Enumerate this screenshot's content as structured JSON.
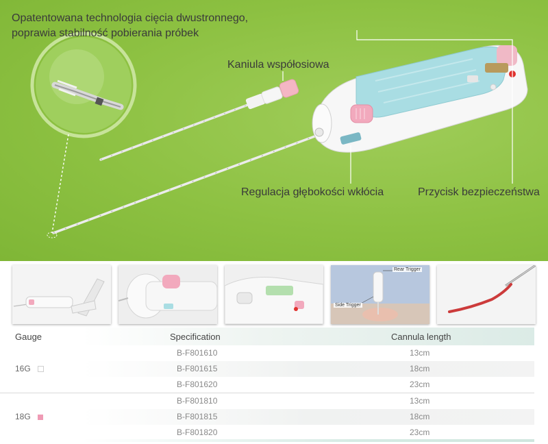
{
  "hero": {
    "headline_line1": "Opatentowana technologia cięcia dwustronnego,",
    "headline_line2": "poprawia stabilność pobierania próbek",
    "callout_cannula": "Kaniula współosiowa",
    "callout_depth": "Regulacja głębokości wkłócia",
    "callout_safety": "Przycisk bezpieczeństwa",
    "colors": {
      "background": "#8dc142",
      "device_blue": "#a9dde3",
      "accent_pink": "#f4b6c4",
      "safety_red": "#e0312d"
    }
  },
  "thumbnails": [
    {
      "name": "device-on-stand"
    },
    {
      "name": "depth-slider-closeup"
    },
    {
      "name": "specimen-window-closeup"
    },
    {
      "name": "trigger-diagram",
      "label_rear": "Rear Trigger",
      "label_side": "Side Trigger"
    },
    {
      "name": "needle-with-sample"
    }
  ],
  "table": {
    "headers": {
      "gauge": "Gauge",
      "specification": "Specification",
      "length": "Cannula length"
    },
    "groups": [
      {
        "gauge": "16G",
        "swatch": "white",
        "rows": [
          {
            "spec": "B-F801610",
            "length": "13cm"
          },
          {
            "spec": "B-F801615",
            "length": "18cm"
          },
          {
            "spec": "B-F801620",
            "length": "23cm"
          }
        ]
      },
      {
        "gauge": "18G",
        "swatch": "pink",
        "rows": [
          {
            "spec": "B-F801810",
            "length": "13cm"
          },
          {
            "spec": "B-F801815",
            "length": "18cm"
          },
          {
            "spec": "B-F801820",
            "length": "23cm"
          }
        ]
      }
    ]
  }
}
